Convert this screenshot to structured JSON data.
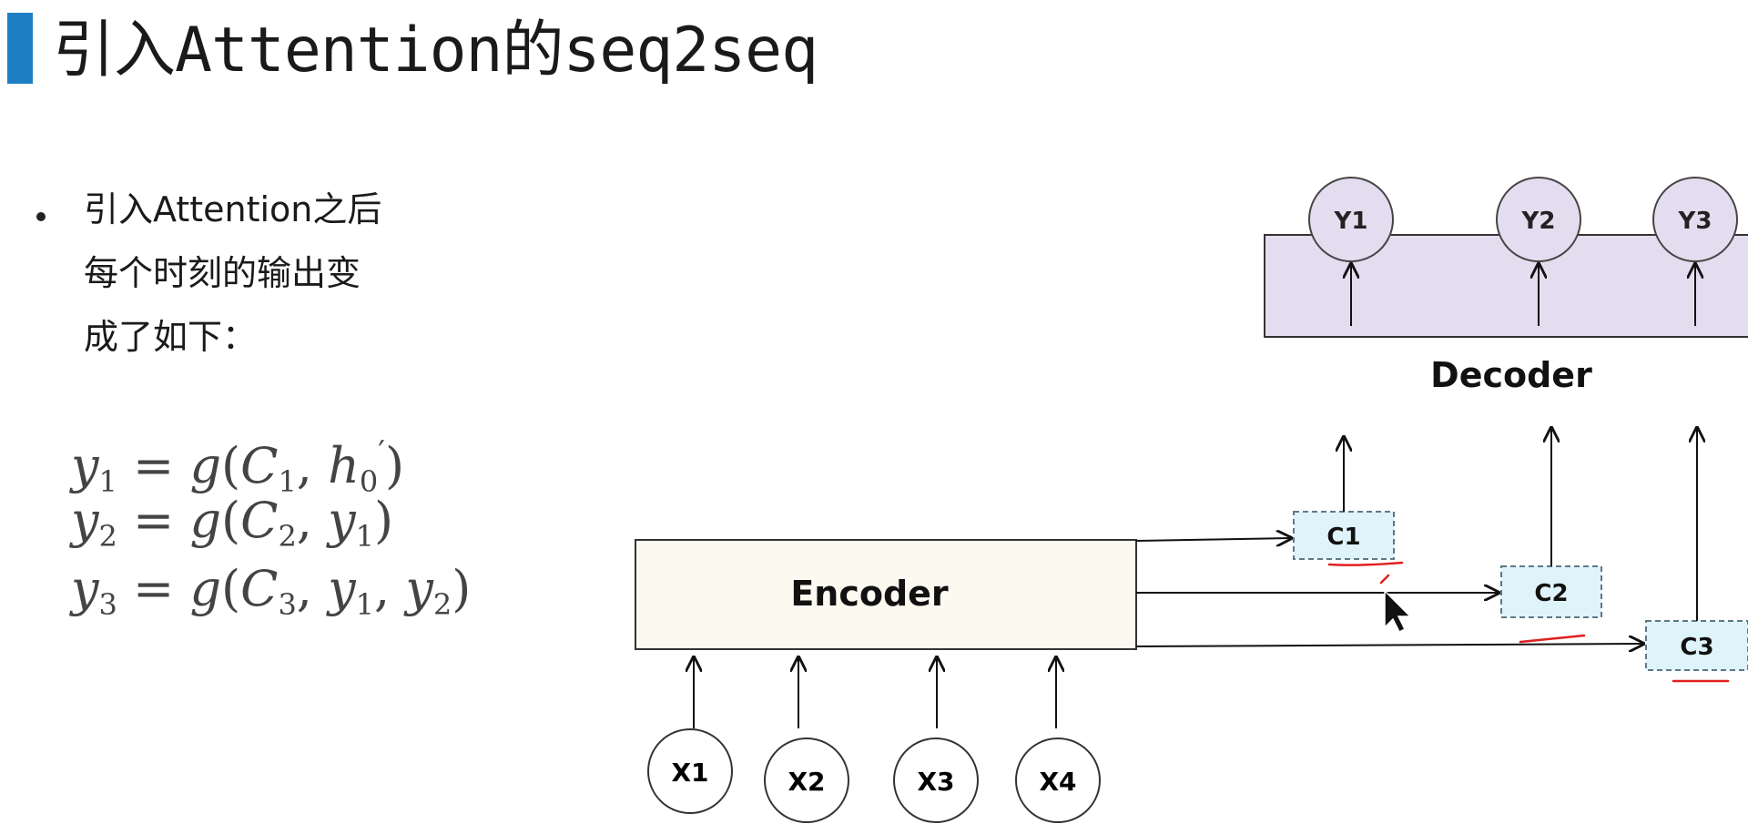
{
  "slide": {
    "title": "引入Attention的seq2seq",
    "bullet_lines": [
      "引入Attention之后",
      "每个时刻的输出变",
      "成了如下："
    ]
  },
  "formulas": [
    {
      "lhs": "y",
      "lhs_sub": "1",
      "fn": "g",
      "args": [
        {
          "v": "C",
          "sub": "1"
        },
        {
          "v": "h",
          "sub": "0",
          "sup": "′"
        }
      ]
    },
    {
      "lhs": "y",
      "lhs_sub": "2",
      "fn": "g",
      "args": [
        {
          "v": "C",
          "sub": "2"
        },
        {
          "v": "y",
          "sub": "1"
        }
      ]
    },
    {
      "lhs": "y",
      "lhs_sub": "3",
      "fn": "g",
      "args": [
        {
          "v": "C",
          "sub": "3"
        },
        {
          "v": "y",
          "sub": "1"
        },
        {
          "v": "y",
          "sub": "2"
        }
      ]
    }
  ],
  "diagram": {
    "encoder_label": "Encoder",
    "decoder_label": "Decoder",
    "inputs": [
      "X1",
      "X2",
      "X3",
      "X4"
    ],
    "outputs": [
      "Y1",
      "Y2",
      "Y3"
    ],
    "contexts": [
      "C1",
      "C2",
      "C3"
    ],
    "colors": {
      "encoder_fill": "#fbf9f0",
      "decoder_fill": "#e4dcef",
      "output_fill": "#e4dcef",
      "context_fill": "#dff3fb",
      "context_border": "#5a7a86",
      "annotation_red": "#e02020"
    }
  }
}
